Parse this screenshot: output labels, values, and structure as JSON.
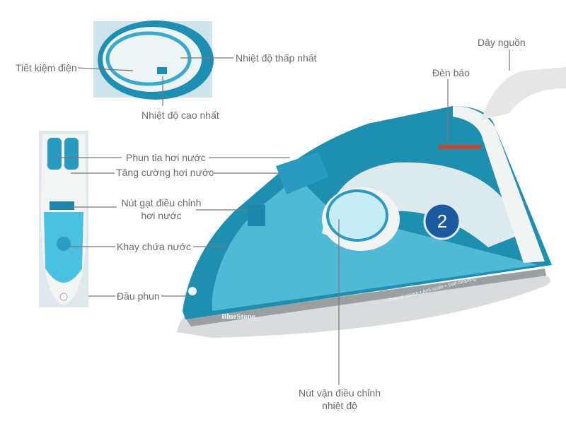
{
  "labels": {
    "power_saving": "Tiết kiệm điện",
    "lowest_temp": "Nhiệt độ thấp nhất",
    "highest_temp": "Nhiệt độ cao nhất",
    "power_cord": "Dây nguồn",
    "indicator_light": "Đèn báo",
    "spray": "Phun tia hơi nước",
    "steam_boost": "Tăng cường hơi nước",
    "steam_slider_line1": "Nút gạt điều chỉnh",
    "steam_slider_line2": "hơi nước",
    "water_tank": "Khay chứa nước",
    "nozzle": "Đầu phun",
    "temp_dial_line1": "Nút vặn điều chỉnh",
    "temp_dial_line2": "nhiệt độ"
  },
  "product": {
    "brand": "BlueStone",
    "features": "• Vertical steam • Anti-scale • Self-cleaning",
    "badge_number": "2"
  },
  "colors": {
    "body": "#1f8fb0",
    "light": "#5cc3de",
    "white": "#f2f4f4",
    "sole": "#c9cccc"
  }
}
